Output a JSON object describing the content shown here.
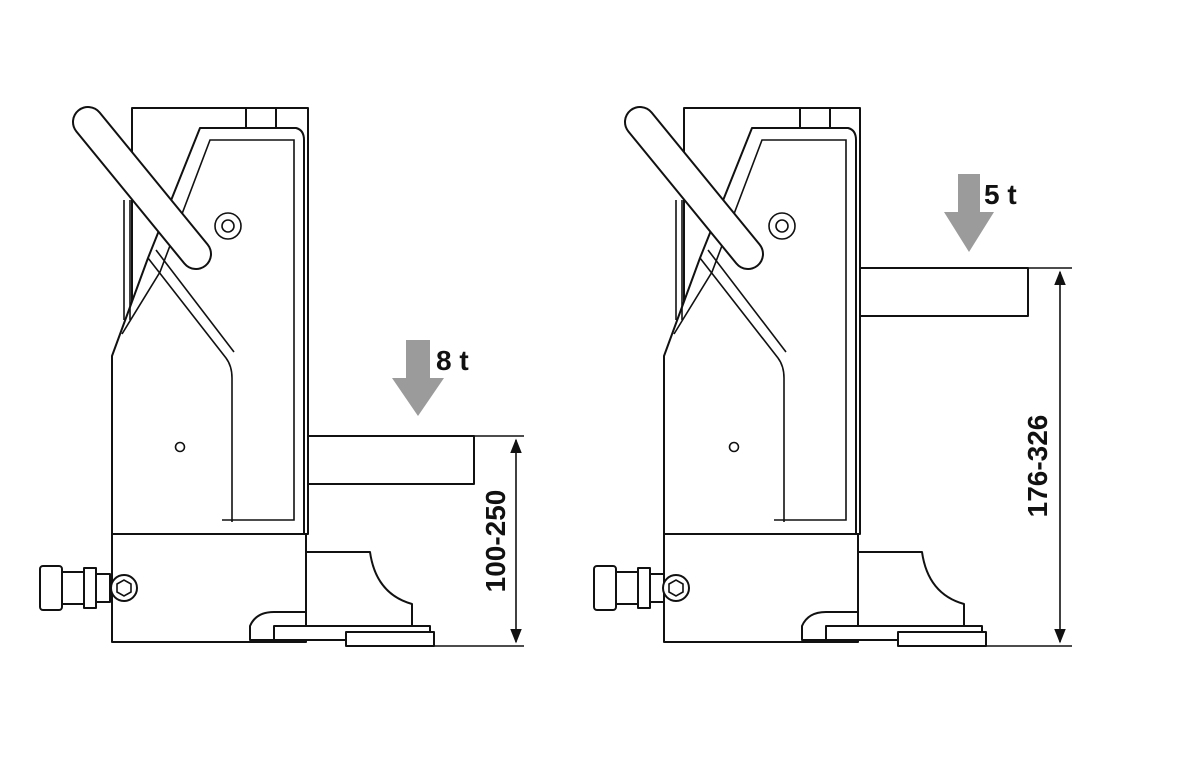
{
  "jacks": [
    {
      "id": "low-toe",
      "load": "8 t",
      "dimension": "100-250"
    },
    {
      "id": "high-toe",
      "load": "5 t",
      "dimension": "176-326"
    }
  ],
  "colors": {
    "line": "#111111",
    "arrow": "#9b9b9b",
    "background": "#ffffff"
  },
  "icons": {
    "load-arrow": "down-arrow",
    "dimension-arrow": "double-headed-arrow"
  }
}
